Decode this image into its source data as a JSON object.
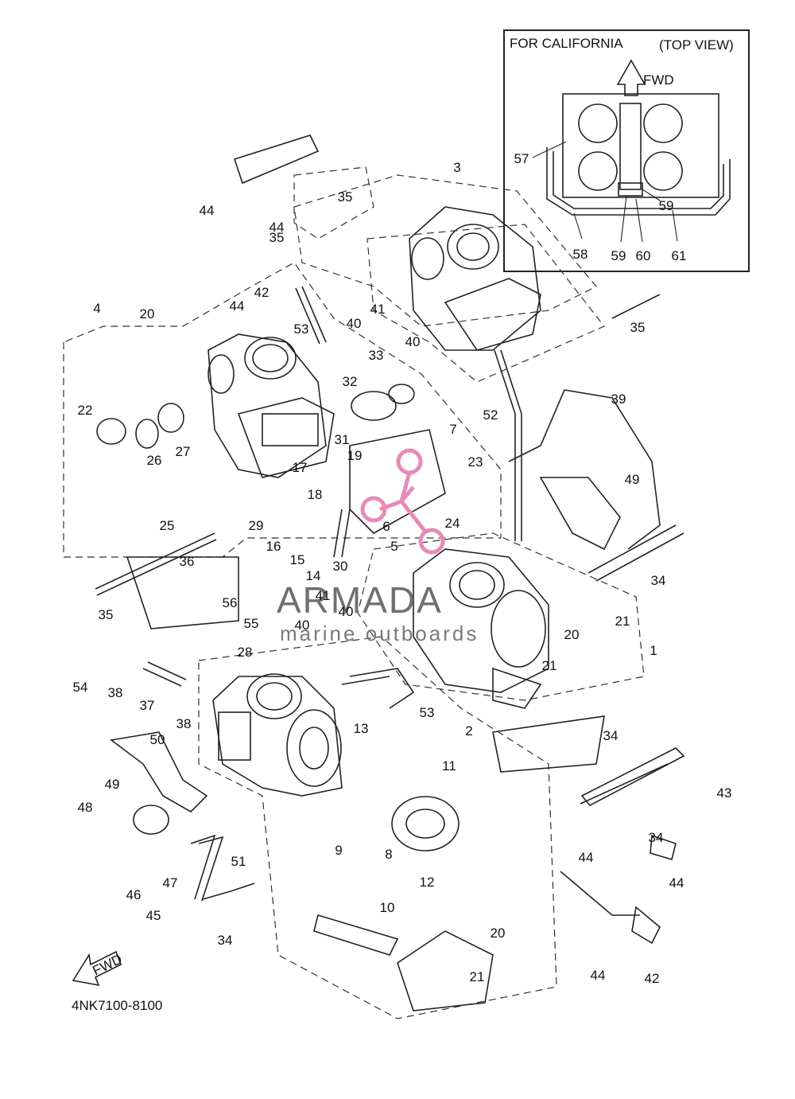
{
  "inset": {
    "title": "FOR CALIFORNIA",
    "view": "(TOP VIEW)",
    "direction": "FWD"
  },
  "watermark": {
    "brand": "ARMADA",
    "tagline": "marine outboards",
    "accent_color": "#e88ab8"
  },
  "fwd_arrow_label": "FWD",
  "diagram_code": "4NK7100-8100",
  "callouts": [
    "1",
    "2",
    "3",
    "4",
    "5",
    "6",
    "7",
    "8",
    "9",
    "10",
    "11",
    "12",
    "13",
    "14",
    "15",
    "16",
    "17",
    "18",
    "19",
    "20",
    "20",
    "20",
    "21",
    "21",
    "21",
    "22",
    "23",
    "24",
    "25",
    "26",
    "27",
    "28",
    "29",
    "30",
    "31",
    "32",
    "33",
    "34",
    "34",
    "34",
    "34",
    "35",
    "35",
    "35",
    "35",
    "36",
    "37",
    "38",
    "38",
    "39",
    "40",
    "40",
    "40",
    "40",
    "41",
    "41",
    "42",
    "42",
    "43",
    "44",
    "44",
    "44",
    "44",
    "44",
    "44",
    "45",
    "46",
    "47",
    "48",
    "49",
    "49",
    "50",
    "51",
    "52",
    "53",
    "53",
    "54",
    "55",
    "56",
    "57",
    "58",
    "59",
    "59",
    "60",
    "61"
  ]
}
